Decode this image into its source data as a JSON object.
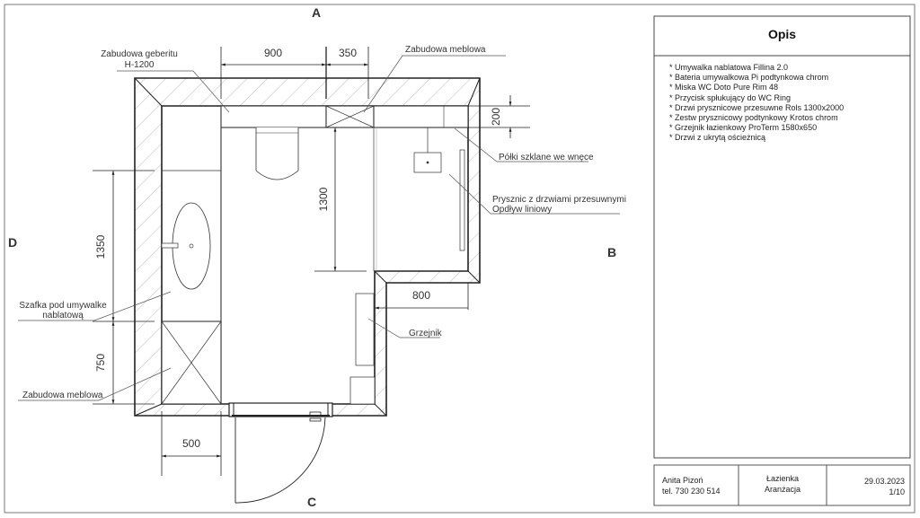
{
  "view_labels": {
    "a": "A",
    "b": "B",
    "c": "C",
    "d": "D"
  },
  "dimensions": {
    "d900": "900",
    "d350": "350",
    "d200": "200",
    "d1300": "1300",
    "d1350": "1350",
    "d750": "750",
    "d500": "500",
    "d800": "800"
  },
  "annotations": {
    "geberit_line1": "Zabudowa geberitu",
    "geberit_line2": "H-1200",
    "furniture_top": "Zabudowa meblowa",
    "shelves": "Półki szklane we wnęce",
    "shower_line1": "Prysznic z drzwiami przesuwnymi",
    "shower_line2": "Opdływ liniowy",
    "radiator": "Grzejnik",
    "cabinet_line1": "Szafka pod umywalke",
    "cabinet_line2": "nablatową",
    "furniture_left": "Zabudowa meblowa"
  },
  "description": {
    "title": "Opis",
    "items": [
      "* Umywalka nablatowa Fillina 2.0",
      "* Bateria umywalkowa Pi podtynkowa chrom",
      "* Miska WC Doto Pure Rim 48",
      "* Przycisk spłukujący do WC Ring",
      "* Drzwi prysznicowe przesuwne Rols 1300x2000",
      "* Zestw prysznicowy podtynkowy Krotos chrom",
      "* Grzejnik łazienkowy ProTerm 1580x650",
      "* Drzwi z ukrytą ościeżnicą"
    ]
  },
  "title_block": {
    "author": "Anita Pizoń",
    "phone": "tel. 730 230 514",
    "room": "Łazienka",
    "subject": "Aranżacja",
    "date": "29.03.2023",
    "sheet": "1/10"
  }
}
